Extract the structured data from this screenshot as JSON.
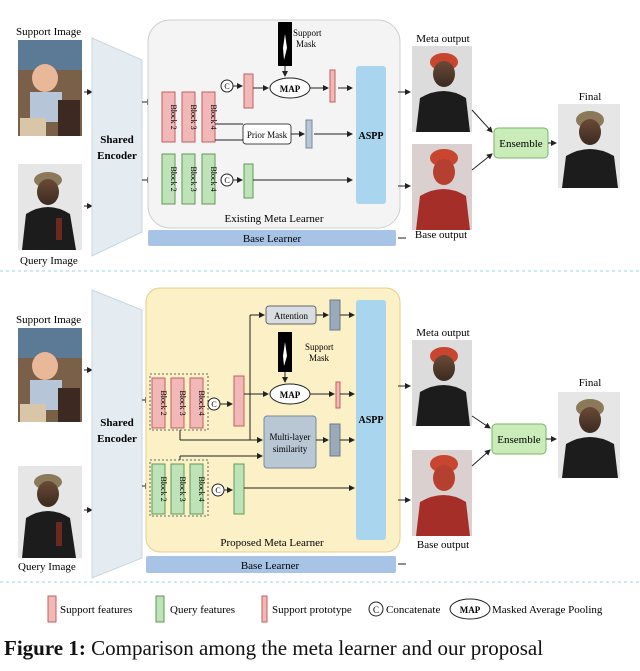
{
  "top": {
    "support_image_label": "Support Image",
    "query_image_label": "Query Image",
    "shared_encoder": [
      "Shared",
      "Encoder"
    ],
    "support_mask_label": [
      "Support",
      "Mask"
    ],
    "map_label": "MAP",
    "prior_mask_label": "Prior Mask",
    "aspp_label": "ASPP",
    "meta_learner_caption": "Existing Meta Learner",
    "base_learner_label": "Base Learner",
    "meta_output_label": "Meta output",
    "base_output_label": "Base output",
    "ensemble_label": "Ensemble",
    "final_label": "Final",
    "support_blocks": [
      "Block 2",
      "Block 3",
      "Block 4"
    ],
    "query_blocks": [
      "Block 2",
      "Block 3",
      "Block 4"
    ],
    "concat_symbol": "C"
  },
  "bottom": {
    "support_image_label": "Support Image",
    "query_image_label": "Query Image",
    "shared_encoder": [
      "Shared",
      "Encoder"
    ],
    "attention_label": "Attention",
    "support_mask_label": [
      "Support",
      "Mask"
    ],
    "map_label": "MAP",
    "multilayer_label": [
      "Multi-layer",
      "similarity"
    ],
    "aspp_label": "ASPP",
    "meta_learner_caption": "Proposed Meta Learner",
    "base_learner_label": "Base Learner",
    "meta_output_label": "Meta output",
    "base_output_label": "Base output",
    "ensemble_label": "Ensemble",
    "final_label": "Final",
    "support_blocks": [
      "Block 2",
      "Block 3",
      "Block 4"
    ],
    "query_blocks": [
      "Block 2",
      "Block 3",
      "Block 4"
    ],
    "concat_symbol": "C"
  },
  "legend": {
    "support_features": "Support features",
    "query_features": "Query features",
    "support_prototype": "Support prototype",
    "concatenate_symbol": "C",
    "concatenate": "Concatenate",
    "map_symbol": "MAP",
    "masked_average_pooling": "Masked Average Pooling"
  },
  "caption": {
    "figure_label": "Figure 1:",
    "text": "Comparison among the meta learner and our proposal"
  },
  "colors": {
    "support_feature": "#f2b8b8",
    "support_feature_stroke": "#c06060",
    "query_feature": "#bfe3b8",
    "query_feature_stroke": "#5f9a55",
    "aspp": "#a9d6ee",
    "base_learner": "#a7c4e6",
    "ensemble": "#c9ecb9",
    "existing_panel": "#f4f4f4",
    "proposed_panel": "#fbf0c6",
    "multilayer": "#b9c7d4",
    "encoder": "#e4ecf1"
  }
}
